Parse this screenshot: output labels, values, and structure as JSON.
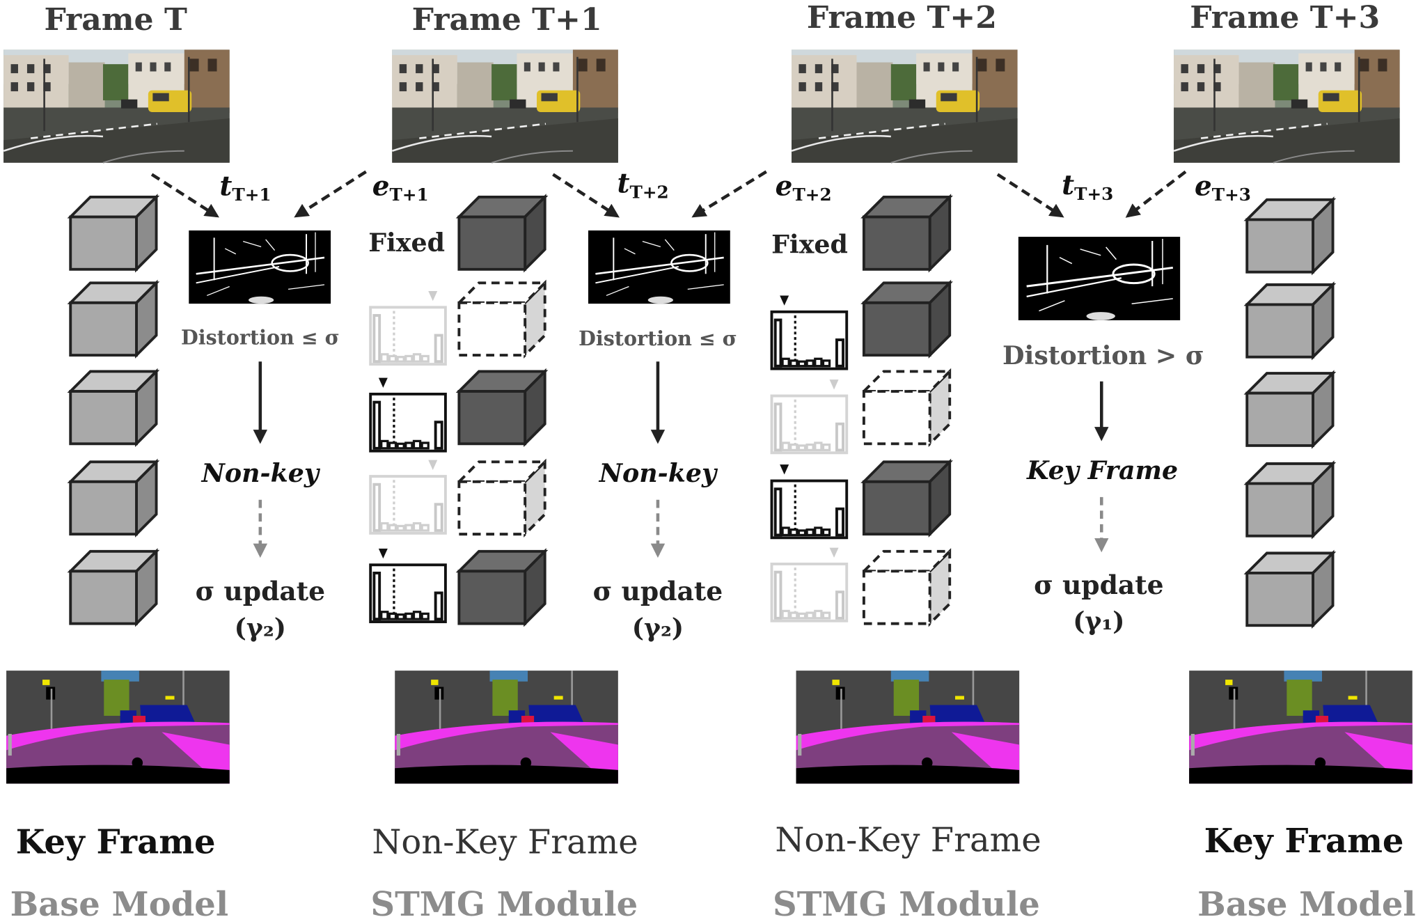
{
  "columns": [
    {
      "title": "Frame T",
      "kind_label": "Key Frame",
      "module_label": "Base Model"
    },
    {
      "title": "Frame T+1",
      "kind_label": "Non-Key Frame",
      "module_label": "STMG Module",
      "t_symbol": "t",
      "t_sub": "T+1",
      "e_symbol": "e",
      "e_sub": "T+1",
      "fixed_label": "Fixed",
      "distortion_label": "Distortion ≤ σ",
      "decision_label": "Non-key",
      "update_label": "σ update",
      "gamma_label": "(γ₂)"
    },
    {
      "title": "Frame T+2",
      "kind_label": "Non-Key Frame",
      "module_label": "STMG Module",
      "t_symbol": "t",
      "t_sub": "T+2",
      "e_symbol": "e",
      "e_sub": "T+2",
      "fixed_label": "Fixed",
      "distortion_label": "Distortion ≤ σ",
      "decision_label": "Non-key",
      "update_label": "σ update",
      "gamma_label": "(γ₂)"
    },
    {
      "title": "Frame T+3",
      "kind_label": "Key Frame",
      "module_label": "Base Model",
      "t_symbol": "t",
      "t_sub": "T+3",
      "e_symbol": "e",
      "e_sub": "T+3",
      "distortion_label": "Distortion > σ",
      "decision_label": "Key Frame",
      "update_label": "σ update",
      "gamma_label": "(γ₁)"
    }
  ],
  "colors": {
    "base_cube": "#a9a9a9",
    "stmg_cube": "#5a5a5a",
    "road": "#7e3f7f",
    "sidewalk": "#ee35ee",
    "car": "#0f1a96",
    "vegetation": "#6b8e23",
    "sky": "#4682b4",
    "building": "#464646"
  }
}
